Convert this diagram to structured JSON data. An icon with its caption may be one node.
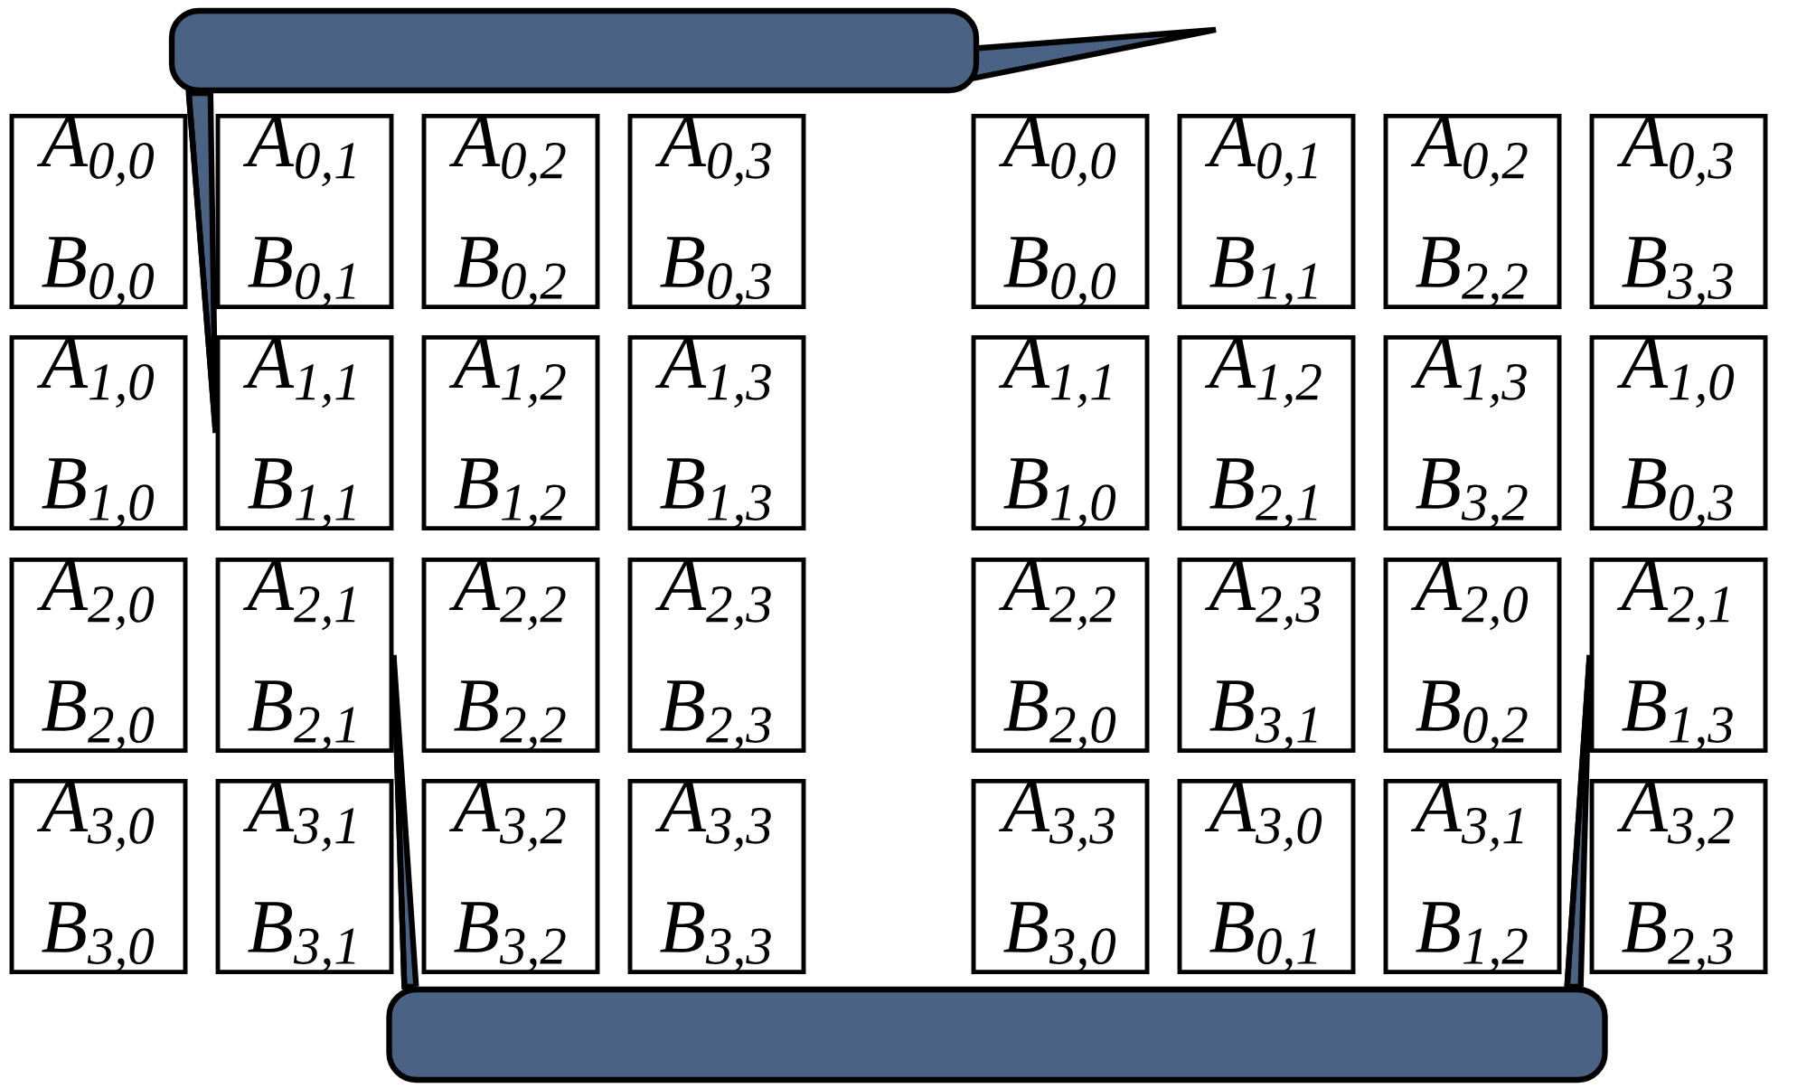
{
  "diagram": {
    "nodes": [
      {
        "text": [
          "A$_{0,0}$",
          "B$_{0,0}$"
        ]
      },
      {
        "text": [
          "A$_{0,1}$",
          "B$_{0,1}$"
        ]
      },
      {
        "text": [
          "A$_{0,2}$",
          "B$_{0,2}$"
        ]
      },
      {
        "text": [
          "A$_{0,3}$",
          "B$_{0,3}$"
        ]
      },
      {
        "text": [
          "A$_{0,0}$",
          "B$_{0,0}$"
        ]
      },
      {
        "text": [
          "A$_{0,1}$",
          "B$_{1,1}$"
        ]
      },
      {
        "text": [
          "A$_{0,2}$",
          "B$_{2,2}$"
        ]
      },
      {
        "text": [
          "A$_{0,3}$",
          "B$_{3,3}$"
        ]
      },
      {
        "text": [
          "A$_{1,0}$",
          "B$_{1,0}$"
        ]
      },
      {
        "text": [
          "A$_{1,1}$",
          "B$_{1,1}$"
        ]
      },
      {
        "text": [
          "A$_{1,2}$",
          "B$_{1,2}$"
        ]
      },
      {
        "text": [
          "A$_{1,3}$",
          "B$_{1,3}$"
        ]
      },
      {
        "text": [
          "A$_{1,1}$",
          "B$_{1,0}$"
        ]
      },
      {
        "text": [
          "A$_{1,2}$",
          "B$_{2,1}$"
        ]
      },
      {
        "text": [
          "A$_{1,3}$",
          "B$_{3,2}$"
        ]
      },
      {
        "text": [
          "A$_{1,0}$",
          "B$_{0,3}$"
        ]
      },
      {
        "text": [
          "A$_{2,0}$",
          "B$_{2,0}$"
        ]
      },
      {
        "text": [
          "A$_{2,1}$",
          "B$_{2,1}$"
        ]
      },
      {
        "text": [
          "A$_{2,2}$",
          "B$_{2,2}$"
        ]
      },
      {
        "text": [
          "A$_{2,3}$",
          "B$_{2,3}$"
        ]
      },
      {
        "text": [
          "A$_{2,2}$",
          "B$_{2,0}$"
        ]
      },
      {
        "text": [
          "A$_{2,3}$",
          "B$_{3,1}$"
        ]
      },
      {
        "text": [
          "A$_{2,0}$",
          "B$_{0,2}$"
        ]
      },
      {
        "text": [
          "A$_{2,1}$",
          "B$_{1,3}$"
        ]
      },
      {
        "text": [
          "A$_{3,0}$",
          "B$_{3,0}$"
        ]
      },
      {
        "text": [
          "A$_{3,1}$",
          "B$_{3,1}$"
        ]
      },
      {
        "text": [
          "A$_{3,2}$",
          "B$_{3,2}$"
        ]
      },
      {
        "text": [
          "A$_{3,3}$",
          "B$_{3,3}$"
        ]
      },
      {
        "text": [
          "A$_{3,3}$",
          "B$_{3,0}$"
        ]
      },
      {
        "text": [
          "A$_{3,0}$",
          "B$_{0,1}$"
        ]
      },
      {
        "text": [
          "A$_{3,1}$",
          "B$_{1,2}$"
        ]
      },
      {
        "text": [
          "A$_{3,2}$",
          "B$_{2,3}$"
        ]
      },
      {
        "text": [],
        "shape": "box"
      },
      {
        "text": [],
        "shape": "box"
      }
    ],
    "edges": [
      {
        "from": 32,
        "to": 9,
        "arrow": "none"
      },
      {
        "from": 33,
        "to": 17,
        "arrow": "none"
      },
      {
        "from": 33,
        "to": 23,
        "arrow": "none"
      }
    ]
  }
}
